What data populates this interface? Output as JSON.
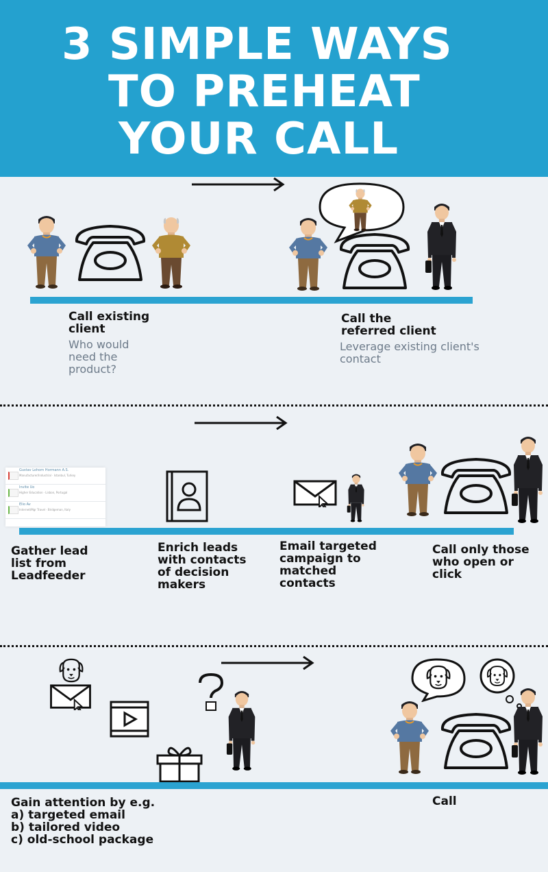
{
  "title": {
    "line1": "3 SIMPLE WAYS",
    "line2": "TO PREHEAT",
    "line3": "YOUR CALL"
  },
  "section1": {
    "step1": {
      "label": "Call existing\nclient",
      "sub": "Who would\nneed the\nproduct?"
    },
    "step2": {
      "label": "Call the\nreferred client",
      "sub": "Leverage existing client's\ncontact"
    }
  },
  "section2": {
    "leadfeeder_rows": [
      {
        "name": "Gustav Lohorn Hormann A.S.",
        "meta": "Manufacturer/Industrial · Istanbul, Turkey"
      },
      {
        "name": "Invite Uo",
        "meta": "Higher Education · Lisbon, Portugal"
      },
      {
        "name": "Elio Av",
        "meta": "Internet/Mgr Travel · Bridgeman, Italy"
      }
    ],
    "steps": [
      {
        "label": "Gather lead\nlist from\nLeadfeeder"
      },
      {
        "label": "Enrich leads\nwith contacts\nof decision\nmakers"
      },
      {
        "label": "Email targeted\ncampaign to\nmatched\ncontacts"
      },
      {
        "label": "Call only those\nwho open or\nclick"
      }
    ]
  },
  "section3": {
    "step1": {
      "label": "Gain attention by e.g.\na) targeted email\nb) tailored video\nc) old-school package"
    },
    "step2": {
      "label": "Call"
    }
  },
  "colors": {
    "header": "#24a1cf",
    "bar": "#2ba3d1",
    "background": "#edf1f5",
    "shirt_blue": "#5578a2",
    "pants_brown": "#8e6a40",
    "sweater_mustard": "#b08a34"
  }
}
